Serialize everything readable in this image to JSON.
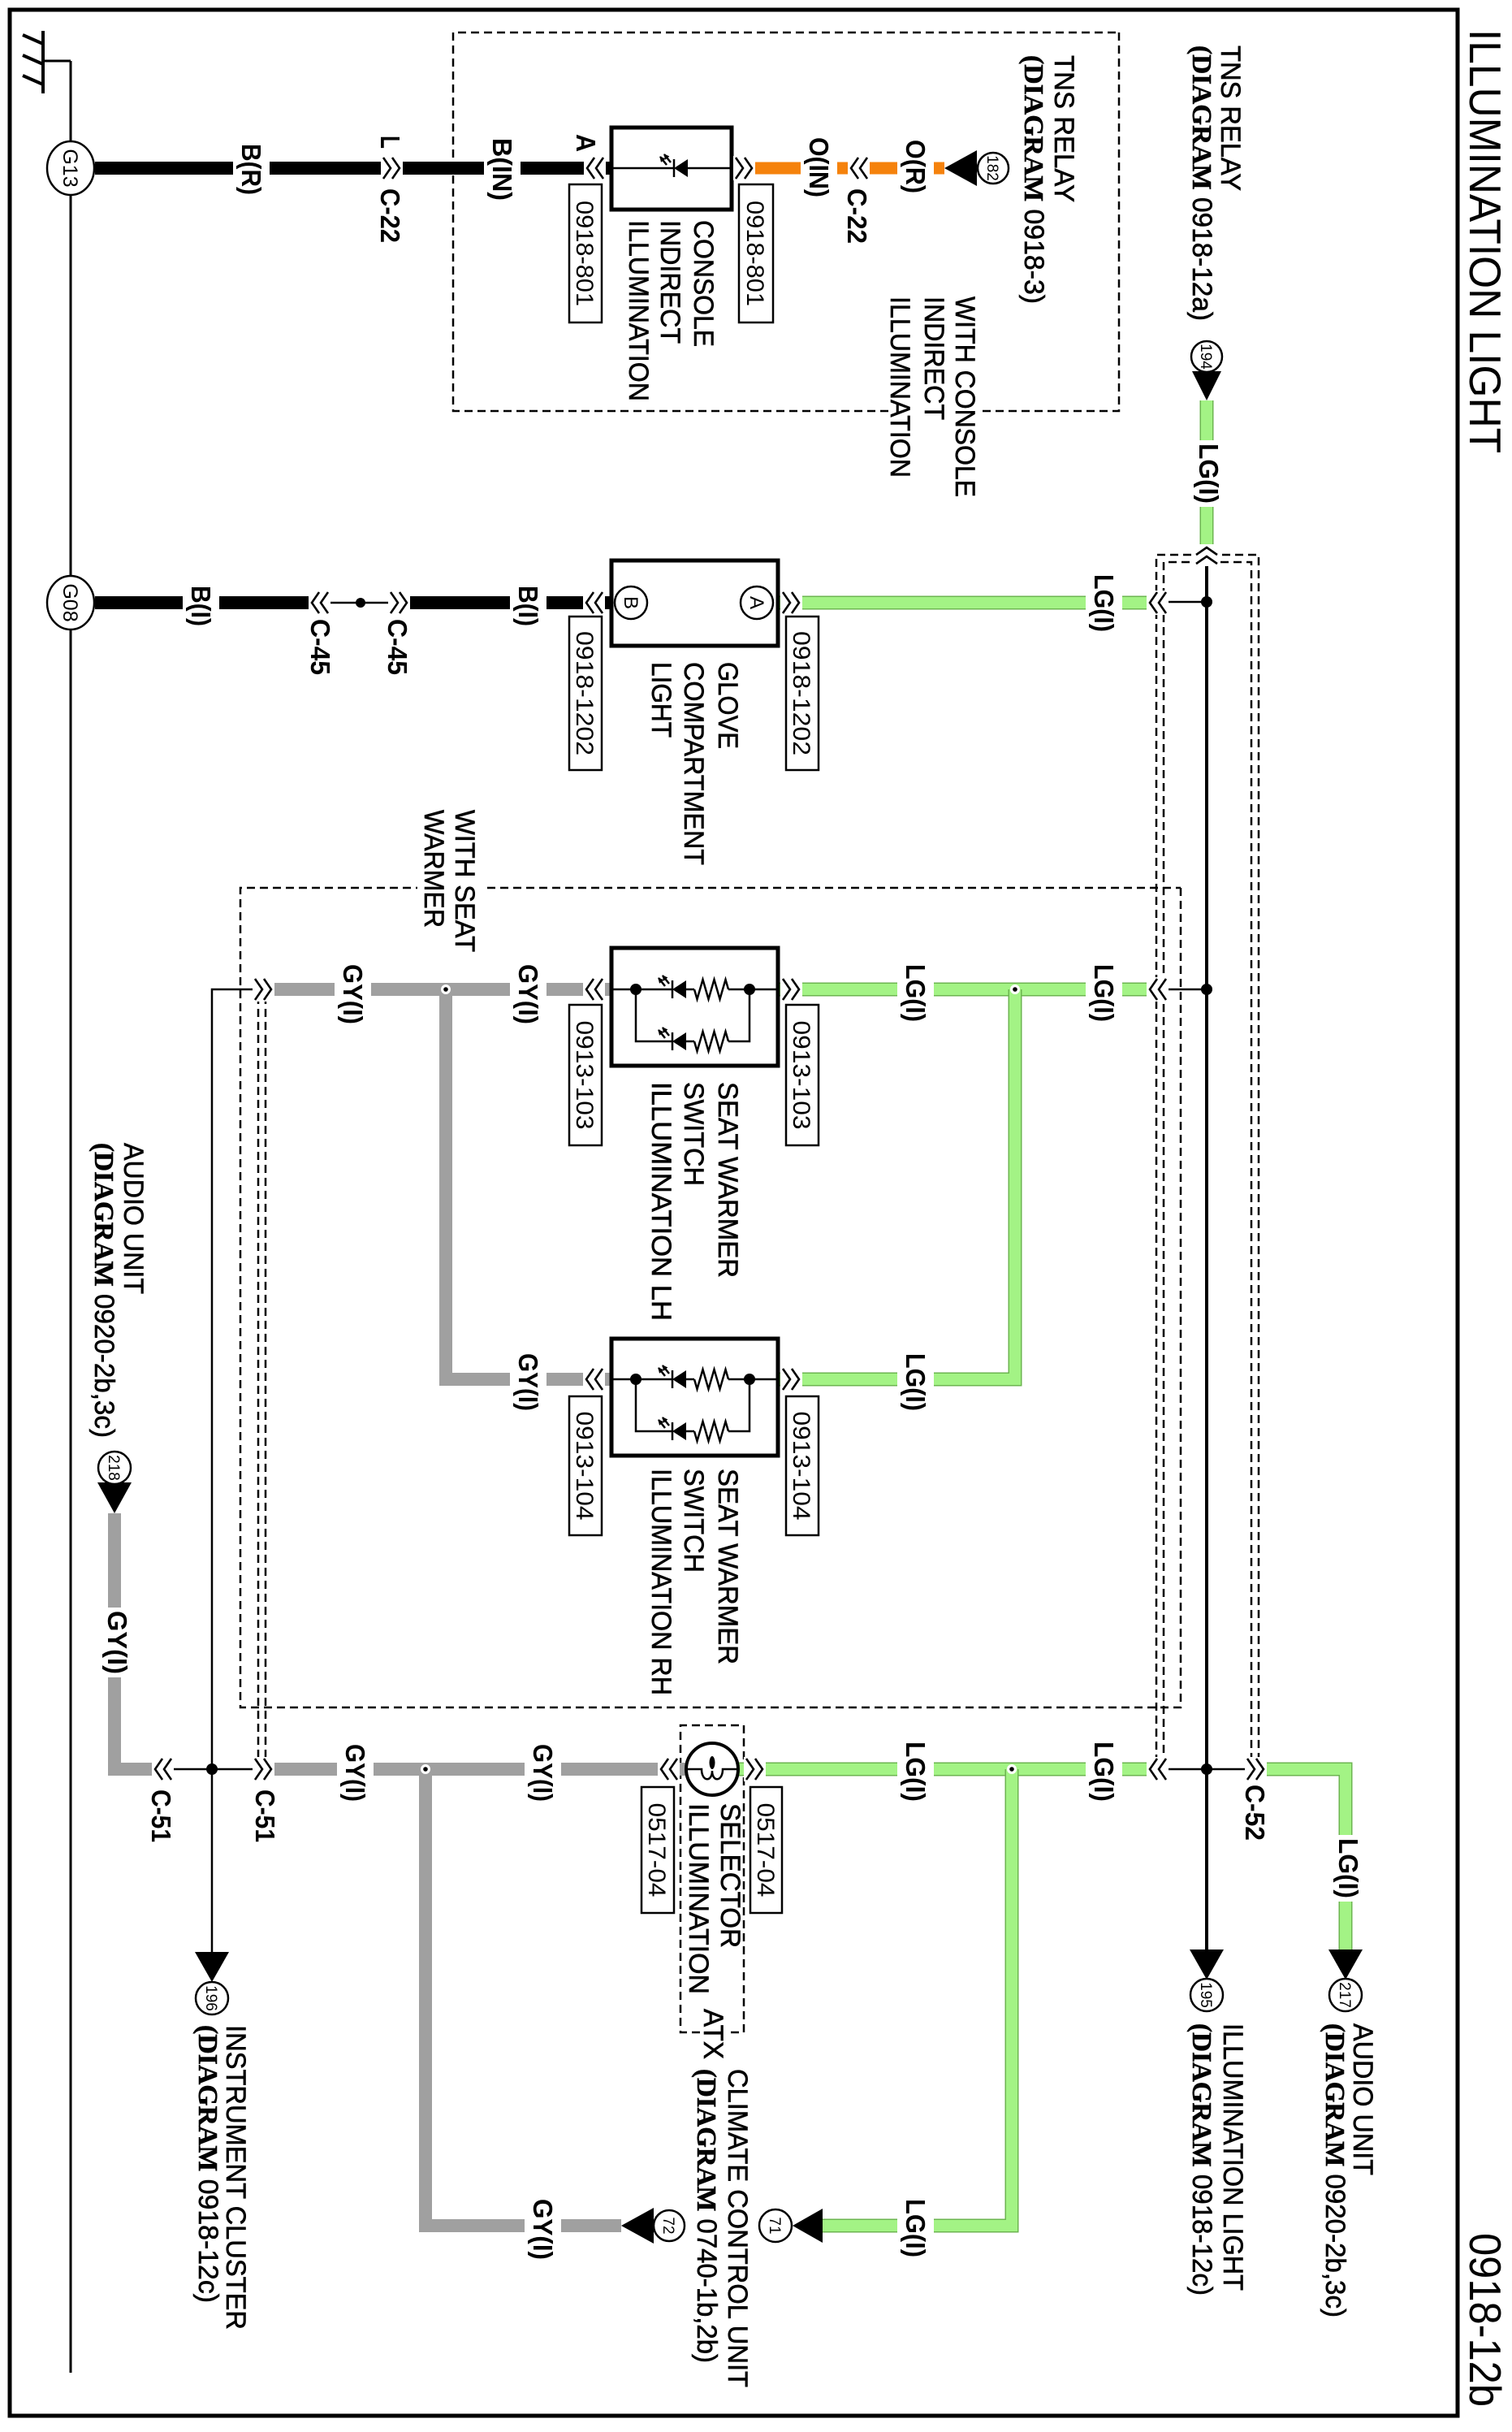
{
  "page": {
    "title": "ILLUMINATION LIGHT",
    "code": "0918-12b"
  },
  "wire_colors": {
    "LG": "#a3f385",
    "LG_edge": "#6cb550",
    "GY": "#a0a0a0",
    "O": "#f5820c",
    "B": "#000000"
  },
  "grounds": {
    "g13": "G13",
    "g08": "G08"
  },
  "tns_relay_main": {
    "name": "TNS RELAY",
    "ref": "(DIAGRAM 0918-12a)",
    "terminal": "194",
    "wire": "LG(I)"
  },
  "console": {
    "option_lines": [
      "WITH CONSOLE",
      "INDIRECT",
      "ILLUMINATION"
    ],
    "source": {
      "name": "TNS RELAY",
      "ref": "(DIAGRAM 0918-3)",
      "terminal": "182"
    },
    "name_lines": [
      "CONSOLE",
      "INDIRECT",
      "ILLUMINATION"
    ],
    "connector": "0918-801",
    "pin": "A",
    "wires": {
      "relay": "O(R)",
      "input": "O(IN)",
      "ground_in": "B(IN)",
      "ground": "B(R)"
    },
    "joint": "C-22",
    "joint_pin": "L"
  },
  "glove": {
    "name_lines": [
      "GLOVE",
      "COMPARTMENT",
      "LIGHT"
    ],
    "connector": "0918-1202",
    "pins": {
      "supply": "A",
      "ground": "B"
    },
    "wires": {
      "supply": "LG(I)",
      "ground": "B(I)"
    },
    "joint": "C-45"
  },
  "seat_warmer": {
    "option_lines": [
      "WITH SEAT",
      "WARMER"
    ],
    "lh": {
      "name_lines": [
        "SEAT WARMER",
        "SWITCH",
        "ILLUMINATION LH"
      ],
      "connector": "0913-103"
    },
    "rh": {
      "name_lines": [
        "SEAT WARMER",
        "SWITCH",
        "ILLUMINATION RH"
      ],
      "connector": "0913-104"
    },
    "wires": {
      "supply": "LG(I)",
      "dimmer": "GY(I)"
    }
  },
  "audio_input": {
    "name": "AUDIO UNIT",
    "ref": "(DIAGRAM 0920-2b,3c)",
    "terminal": "218",
    "wire": "GY(I)"
  },
  "joints": {
    "c51": "C-51",
    "c52": "C-52"
  },
  "selector": {
    "name_lines": [
      "SELECTOR",
      "ILLUMINATION"
    ],
    "option": "ATX",
    "connector": "0517-04",
    "wires": {
      "supply": "LG(I)",
      "dimmer": "GY(I)"
    }
  },
  "climate_control": {
    "name": "CLIMATE CONTROL UNIT",
    "ref": "(DIAGRAM 0740-1b,2b)",
    "terminals": {
      "supply": "71",
      "dimmer": "72"
    },
    "wires": {
      "supply": "LG(I)",
      "dimmer": "GY(I)"
    }
  },
  "outputs": {
    "audio_unit": {
      "name": "AUDIO UNIT",
      "ref": "(DIAGRAM 0920-2b,3c)",
      "terminal": "217",
      "wire": "LG(I)"
    },
    "illumination_light": {
      "name": "ILLUMINATION LIGHT",
      "ref": "(DIAGRAM 0918-12c)",
      "terminal": "195"
    },
    "instrument_cluster": {
      "name": "INSTRUMENT CLUSTER",
      "ref": "(DIAGRAM 0918-12c)",
      "terminal": "196"
    }
  }
}
